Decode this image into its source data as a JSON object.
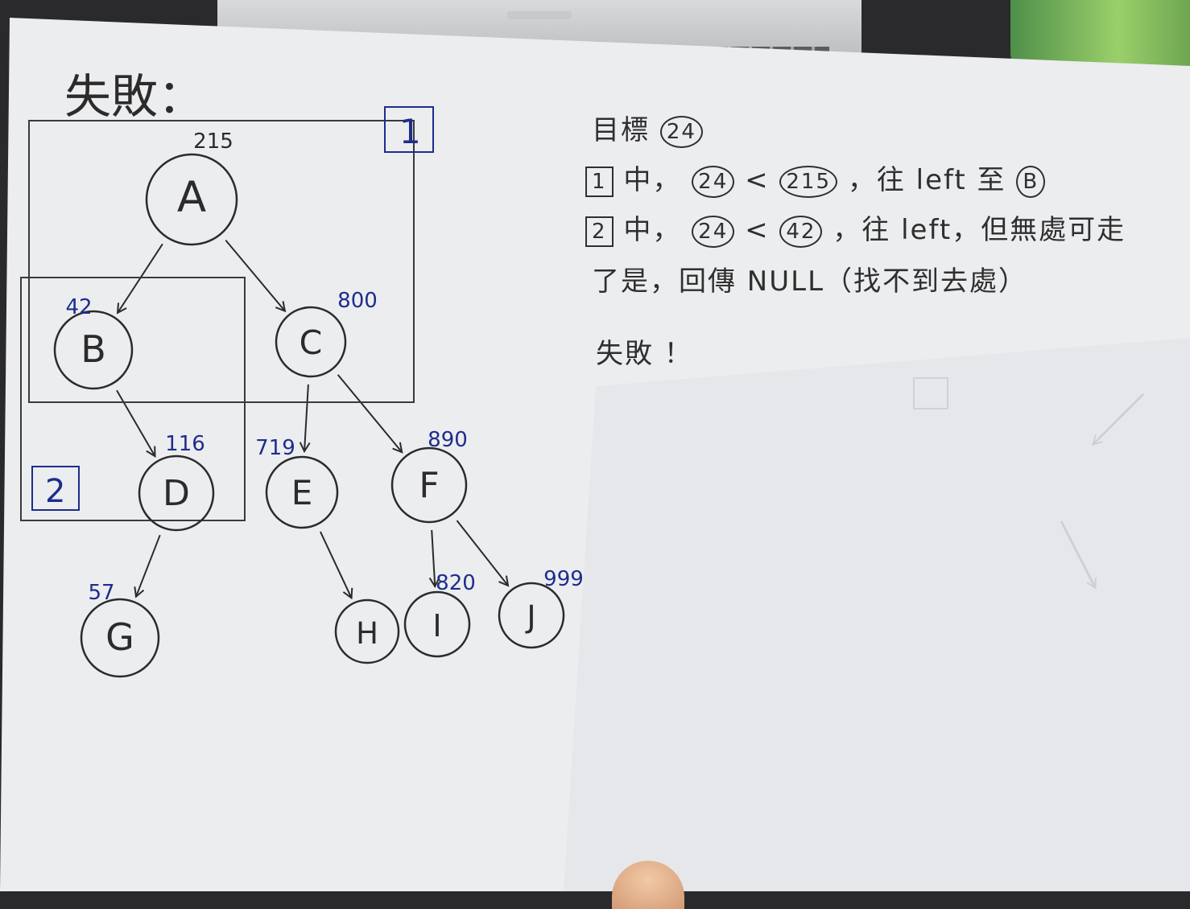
{
  "title": "失敗：",
  "boxes": [
    {
      "id": "box1",
      "label": "1"
    },
    {
      "id": "box2",
      "label": "2"
    }
  ],
  "nodes": [
    {
      "id": "A",
      "label": "A",
      "value": "215"
    },
    {
      "id": "B",
      "label": "B",
      "value": "42"
    },
    {
      "id": "C",
      "label": "C",
      "value": "800"
    },
    {
      "id": "D",
      "label": "D",
      "value": "116"
    },
    {
      "id": "E",
      "label": "E",
      "value": "719"
    },
    {
      "id": "F",
      "label": "F",
      "value": "890"
    },
    {
      "id": "G",
      "label": "G",
      "value": "57"
    },
    {
      "id": "H",
      "label": "H",
      "value": ""
    },
    {
      "id": "I",
      "label": "I",
      "value": "820"
    },
    {
      "id": "J",
      "label": "J",
      "value": "999"
    }
  ],
  "edges": [
    [
      "A",
      "B"
    ],
    [
      "A",
      "C"
    ],
    [
      "B",
      "D"
    ],
    [
      "C",
      "E"
    ],
    [
      "C",
      "F"
    ],
    [
      "D",
      "G"
    ],
    [
      "E",
      "H"
    ],
    [
      "F",
      "I"
    ],
    [
      "F",
      "J"
    ]
  ],
  "notes": {
    "target_label": "目標",
    "target_value": "24",
    "step1_box": "1",
    "step1_in": "中，",
    "step1_a": "24",
    "step1_lt": "<",
    "step1_b": "215",
    "step1_tail": "，往 left 至",
    "step1_node": "B",
    "step2_box": "2",
    "step2_in": "中，",
    "step2_a": "24",
    "step2_lt": "<",
    "step2_b": "42",
    "step2_tail": "，往 left，但無處可走",
    "line3": "了是，回傳 NULL（找不到去處）",
    "line4": "失敗 ！"
  }
}
